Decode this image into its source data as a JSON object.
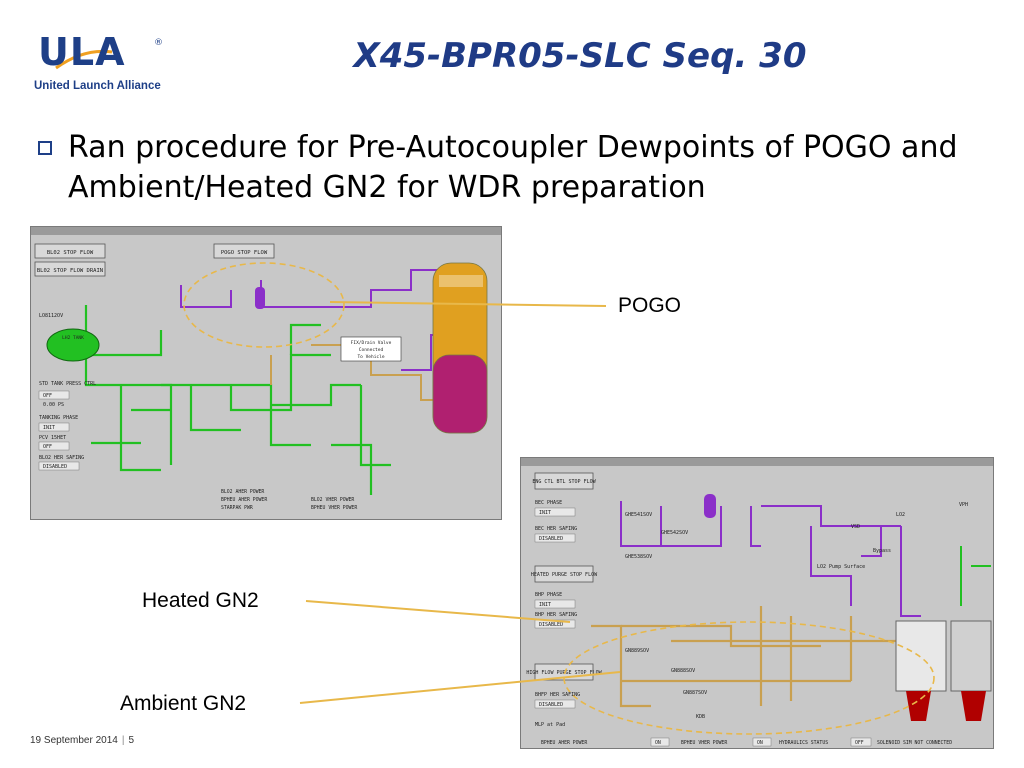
{
  "logo": {
    "mark": "ULA",
    "reg": "®",
    "subtitle": "United Launch Alliance"
  },
  "title": "X45-BPR05-SLC Seq. 30",
  "bullet": "Ran procedure for Pre-Autocoupler Dewpoints of POGO and Ambient/Heated GN2 for WDR preparation",
  "callouts": {
    "pogo": "POGO",
    "heated": "Heated GN2",
    "ambient": "Ambient GN2"
  },
  "footer": {
    "date": "19 September 2014",
    "sep": "|",
    "page": "5"
  },
  "colors": {
    "accent": "#1f3b86",
    "callout": "#e8b84a",
    "pipe_green": "#22c022",
    "pipe_purple": "#8b2fc9",
    "pipe_tan": "#c9a050"
  },
  "screen1": {
    "buttons": [
      "BL02 STOP FLOW",
      "BL02 STOP FLOW DRAIN",
      "POGO STOP FLOW"
    ],
    "side_labels": [
      "LO8112OV",
      "STD TANK PRESS CTRL",
      "OFF",
      "0.00 PS",
      "TANKING PHASE",
      "INIT",
      "PCV 15HET",
      "OFF",
      "BLO2 HER SAFING",
      "DISABLED"
    ],
    "box": [
      "FIX/Drain Valve",
      "Connected",
      "To Vehicle"
    ],
    "bottom": [
      "BLO2 AHER POWER",
      "BPHEU AHER POWER",
      "STARPAK PWR",
      "BLO2 VHER POWER",
      "BPHEU VHER POWER"
    ]
  },
  "screen2": {
    "buttons": [
      "ENG CTL BTL STOP FLOW",
      "HEATED PURGE STOP FLOW",
      "HIGH FLOW PURGE STOP FLOW"
    ],
    "side_labels": [
      "BEC PHASE",
      "INIT",
      "BEC HER SAFING",
      "DISABLED",
      "BHP PHASE",
      "INIT",
      "BHP HER SAFING",
      "DISABLED",
      "BHFP HER SAFING",
      "DISABLED",
      "MLP at Pad"
    ],
    "labels": [
      "GHE541SOV",
      "GHE542SOV",
      "GHE538SOV",
      "GN889SOV",
      "GN888SOV",
      "GN887SOV",
      "KDB",
      "LO2",
      "VPH",
      "VSD",
      "Bypass",
      "LO2 Pump Surface"
    ],
    "bottom": [
      "BPHEU AHER POWER",
      "ON",
      "BPHEU VHER POWER",
      "ON",
      "HYDRAULICS STATUS",
      "OFF",
      "SOLENOID SIM NOT CONNECTED"
    ]
  }
}
